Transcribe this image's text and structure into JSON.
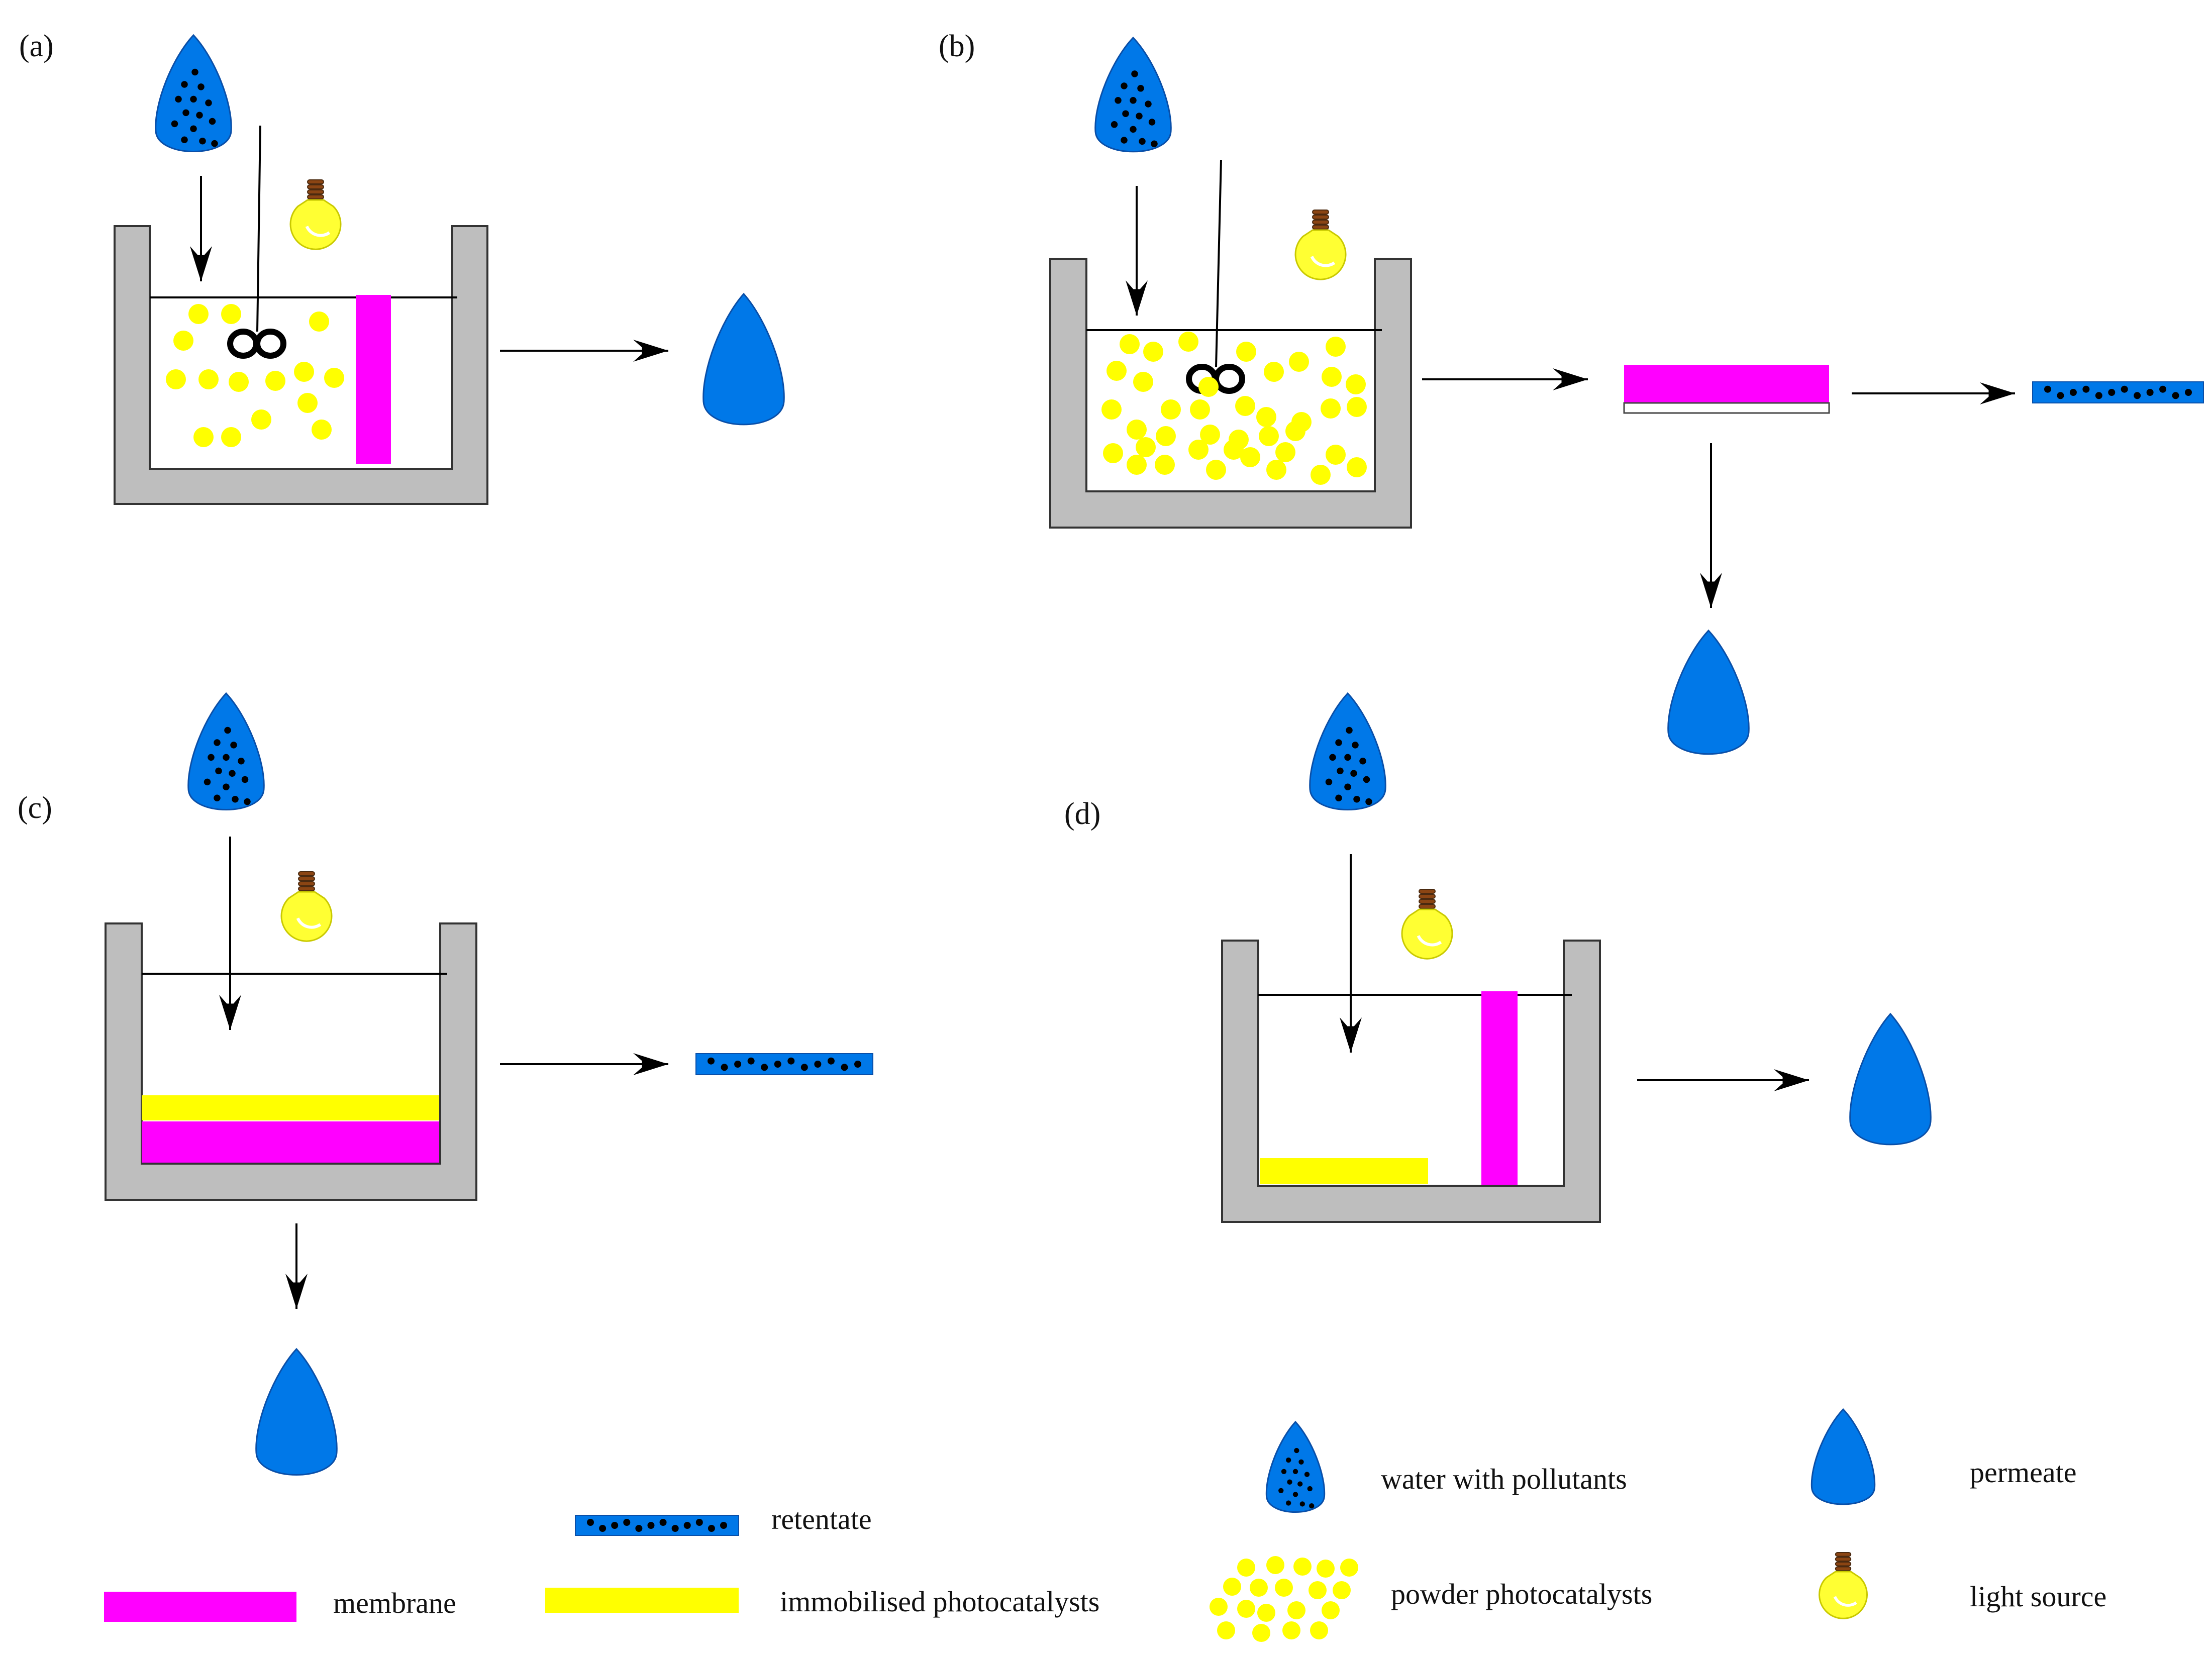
{
  "panels": [
    {
      "id": "a",
      "label": "(a)"
    },
    {
      "id": "b",
      "label": "(b)"
    },
    {
      "id": "c",
      "label": "(c)"
    },
    {
      "id": "d",
      "label": "(d)"
    }
  ],
  "legend": {
    "retentate": "retentate",
    "membrane": "membrane",
    "immobilised": "immobilised photocatalysts",
    "water": "water with pollutants",
    "powder": "powder photocatalysts",
    "permeate": "permeate",
    "light": "light source"
  },
  "colors": {
    "tank": "#bebebe",
    "tank_stroke": "#333333",
    "membrane": "#ff00ff",
    "catalyst": "#ffff00",
    "water": "#0078e8",
    "pollutant": "#000000",
    "bulb": "#ffff33",
    "bulb_base": "#8b4513"
  }
}
